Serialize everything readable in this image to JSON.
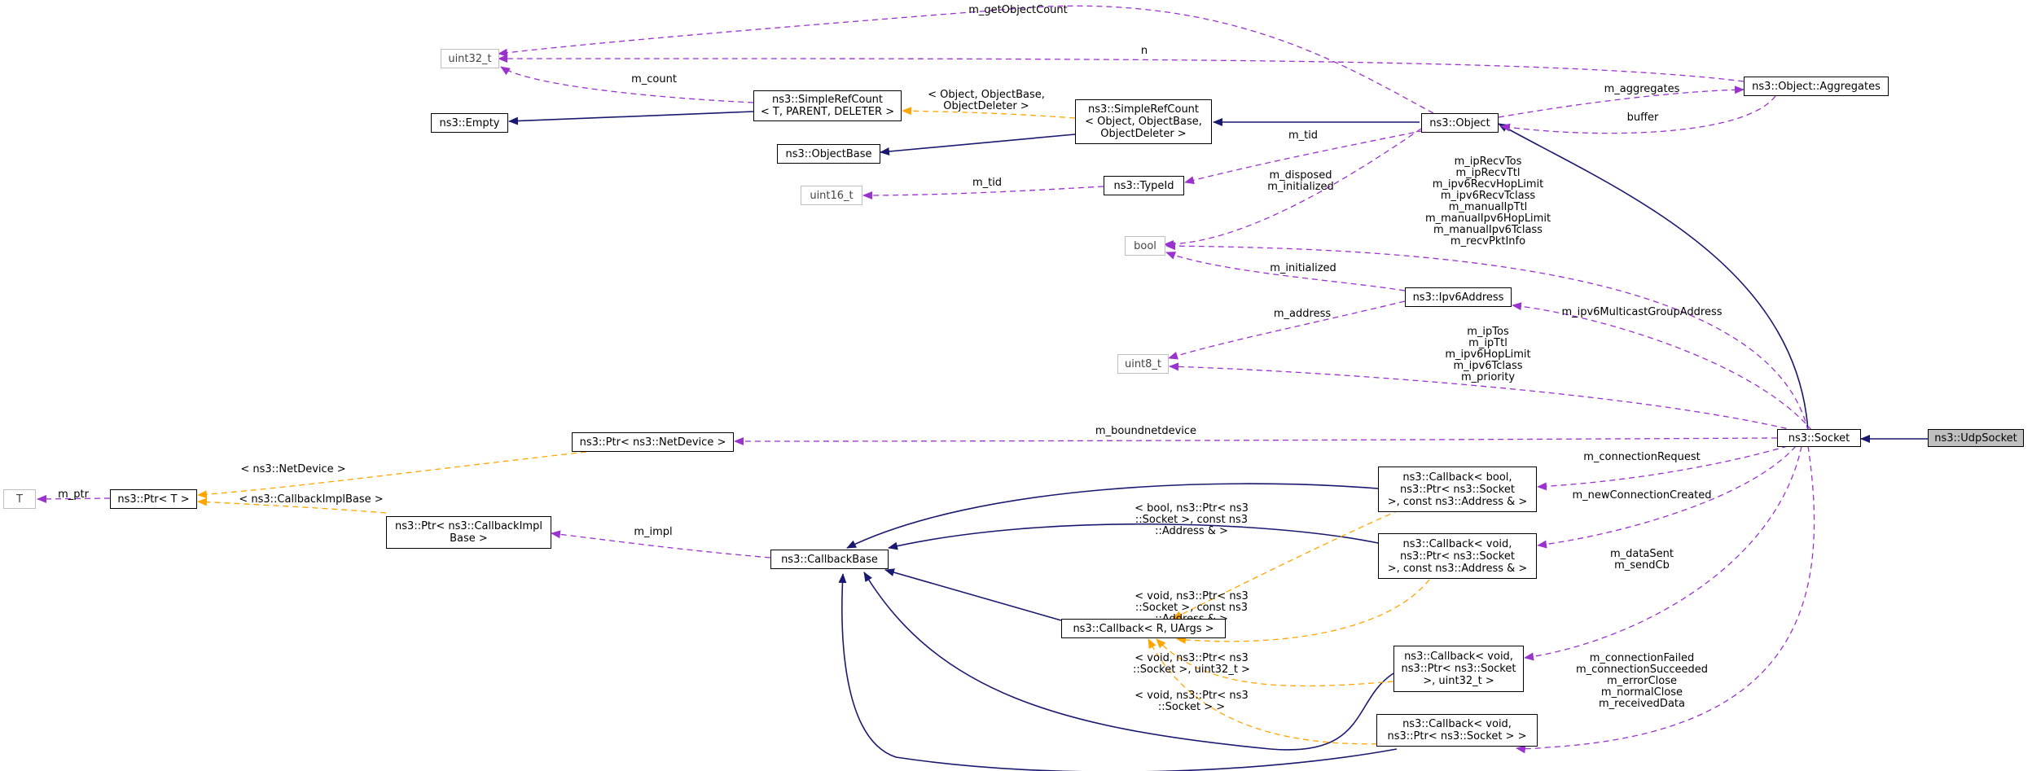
{
  "nodes": {
    "uint32": "uint32_t",
    "empty": "ns3::Empty",
    "simplerefcount_t": "ns3::SimpleRefCount\n< T, PARENT, DELETER >",
    "objectbase": "ns3::ObjectBase",
    "simplerefcount_obj": "ns3::SimpleRefCount\n< Object, ObjectBase,\nObjectDeleter >",
    "object": "ns3::Object",
    "aggregates": "ns3::Object::Aggregates",
    "uint16": "uint16_t",
    "typeid": "ns3::TypeId",
    "bool": "bool",
    "ipv6address": "ns3::Ipv6Address",
    "uint8": "uint8_t",
    "ptr_netdevice": "ns3::Ptr< ns3::NetDevice >",
    "socket": "ns3::Socket",
    "udpsocket": "ns3::UdpSocket",
    "t": "T",
    "ptr_t": "ns3::Ptr< T >",
    "ptr_callbackimpl": "ns3::Ptr< ns3::CallbackImpl\nBase >",
    "callbackbase": "ns3::CallbackBase",
    "cb_bool": "ns3::Callback< bool,\nns3::Ptr< ns3::Socket\n>, const ns3::Address & >",
    "cb_void_addr": "ns3::Callback< void,\nns3::Ptr< ns3::Socket\n>, const ns3::Address & >",
    "cb_template": "ns3::Callback< R, UArgs >",
    "cb_void_uint32": "ns3::Callback< void,\nns3::Ptr< ns3::Socket\n>, uint32_t >",
    "cb_void": "ns3::Callback< void,\nns3::Ptr< ns3::Socket > >"
  },
  "labels": {
    "m_getObjectCount": "m_getObjectCount",
    "n": "n",
    "m_count": "m_count",
    "object_objectbase": "< Object, ObjectBase,\nObjectDeleter >",
    "m_aggregates": "m_aggregates",
    "buffer": "buffer",
    "m_tid_typeid": "m_tid",
    "m_tid_uint16": "m_tid",
    "m_disposed": "m_disposed\nm_initialized",
    "socket_bools": "m_ipRecvTos\nm_ipRecvTtl\nm_ipv6RecvHopLimit\nm_ipv6RecvTclass\nm_manualIpTtl\nm_manualIpv6HopLimit\nm_manualIpv6Tclass\nm_recvPktInfo",
    "m_initialized": "m_initialized",
    "m_ipv6MulticastGroupAddress": "m_ipv6MulticastGroupAddress",
    "m_address": "m_address",
    "socket_uint8": "m_ipTos\nm_ipTtl\nm_ipv6HopLimit\nm_ipv6Tclass\nm_priority",
    "m_boundnetdevice": "m_boundnetdevice",
    "netdevice_tpl": "< ns3::NetDevice >",
    "m_ptr": "m_ptr",
    "callbackimplbase_tpl": "< ns3::CallbackImplBase >",
    "m_impl": "m_impl",
    "m_connectionRequest": "m_connectionRequest",
    "m_newConnectionCreated": "m_newConnectionCreated",
    "tpl_bool": "< bool, ns3::Ptr< ns3\n::Socket >, const ns3\n::Address & >",
    "tpl_void_addr": "< void, ns3::Ptr< ns3\n::Socket >, const ns3\n::Address & >",
    "m_dataSent": "m_dataSent\nm_sendCb",
    "tpl_void_uint32": "< void, ns3::Ptr< ns3\n::Socket >, uint32_t >",
    "tpl_void": "< void, ns3::Ptr< ns3\n::Socket > >",
    "socket_void_cbs": "m_connectionFailed\nm_connectionSucceeded\nm_errorClose\nm_normalClose\nm_receivedData"
  },
  "colors": {
    "inheritance": "#191970",
    "usage": "#9a32cd",
    "template": "#ffa500",
    "focus_fill": "#bfbfbf"
  }
}
